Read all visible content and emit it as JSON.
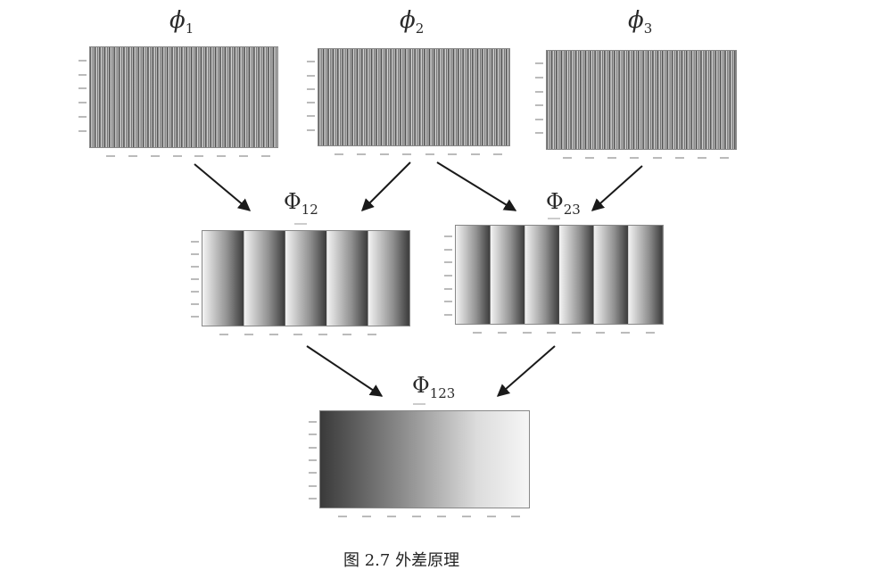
{
  "labels": {
    "phi1": {
      "symbol": "ϕ",
      "sub": "1"
    },
    "phi2": {
      "symbol": "ϕ",
      "sub": "2"
    },
    "phi3": {
      "symbol": "ϕ",
      "sub": "3"
    },
    "Phi12": {
      "symbol": "Φ",
      "sub": "12"
    },
    "Phi23": {
      "symbol": "Φ",
      "sub": "23"
    },
    "Phi123": {
      "symbol": "Φ",
      "sub": "123"
    }
  },
  "caption": "图 2.7  外差原理"
}
